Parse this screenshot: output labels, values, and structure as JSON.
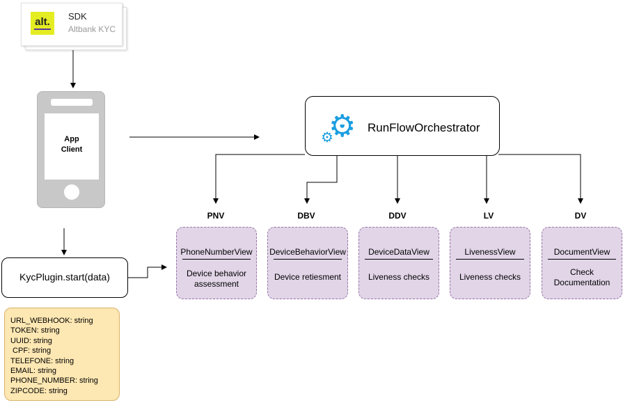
{
  "sdk": {
    "logo_text": "alt.",
    "title": "SDK",
    "subtitle": "Altbank KYC"
  },
  "app_client": {
    "line1": "App",
    "line2": "Client"
  },
  "orchestrator": {
    "label": "RunFlowOrchestrator",
    "icon": "gears-lightning-icon"
  },
  "kyc_plugin": {
    "label": "KycPlugin.start(data)"
  },
  "params": [
    "URL_WEBHOOK: string",
    "TOKEN: string",
    "UUID: string",
    " CPF: string",
    "TELEFONE: string",
    "EMAIL: string",
    "PHONE_NUMBER: string",
    "ZIPCODE: string"
  ],
  "plugins": [
    {
      "code": "PNV",
      "name": "PhoneNumberView",
      "desc_lines": [
        "Device behavior",
        "assessment"
      ]
    },
    {
      "code": "DBV",
      "name": "DeviceBehaviorView",
      "desc_lines": [
        "Device retiesment"
      ]
    },
    {
      "code": "DDV",
      "name": "DeviceDataView",
      "desc_lines": [
        "Liveness checks"
      ]
    },
    {
      "code": "LV",
      "name": "LivenessView",
      "desc_lines": [
        "Liveness checks"
      ]
    },
    {
      "code": "DV",
      "name": "DocumentView",
      "desc_lines": [
        "Check",
        "Documentation"
      ]
    }
  ],
  "colors": {
    "view_fill": "#e1d5e7",
    "view_border": "#9673a6",
    "params_fill": "#fde7b2",
    "accent": "#1b9ee0",
    "logo_bg": "#e4ec22"
  }
}
